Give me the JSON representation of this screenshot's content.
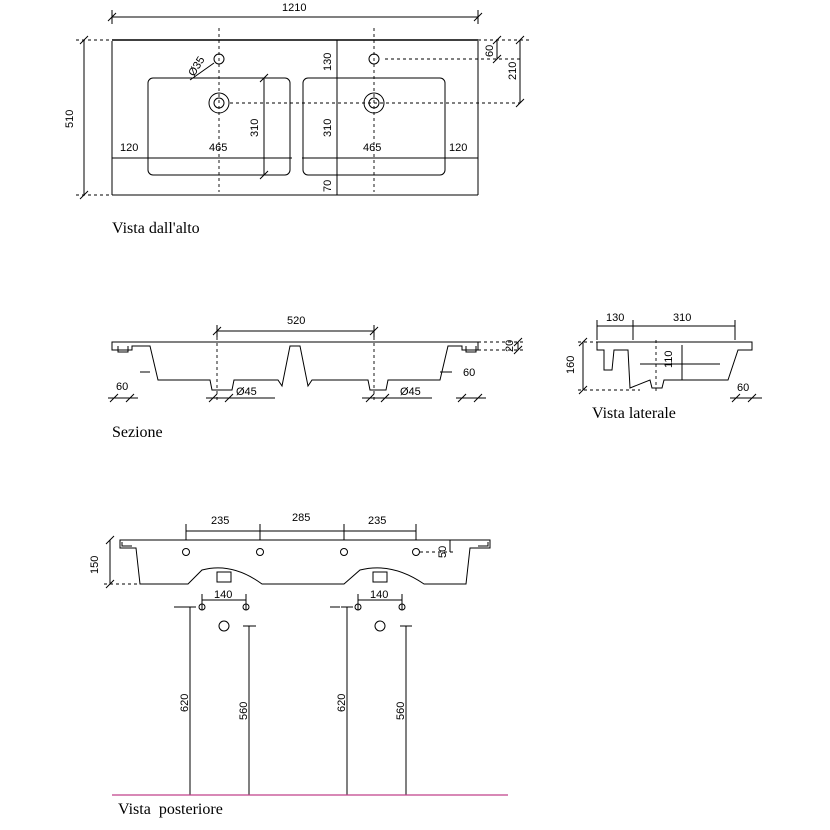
{
  "views": {
    "top": {
      "caption": "Vista dall'alto"
    },
    "section": {
      "caption": "Sezione"
    },
    "side": {
      "caption": "Vista laterale"
    },
    "rear": {
      "caption": "Vista  posteriore"
    }
  },
  "dimensions": {
    "top_overall_width": "1210",
    "top_overall_depth": "510",
    "top_tap_to_back": "60",
    "top_drain_to_back": "210",
    "top_tap_offset": "130",
    "top_tap_hole": "Ø35",
    "top_basin_depth_left": "310",
    "top_basin_depth_right": "310",
    "top_front_margin": "70",
    "top_side_margin_left": "120",
    "top_basin_width_left": "465",
    "top_basin_width_right": "465",
    "top_side_margin_right": "120",
    "section_drain_spacing": "520",
    "section_rim_height": "20",
    "section_outlet_left": "Ø45",
    "section_outlet_right": "Ø45",
    "section_edge_left": "60",
    "section_edge_right": "60",
    "side_back_depth": "130",
    "side_basin_depth": "310",
    "side_height": "160",
    "side_drain_height": "110",
    "side_front_edge": "60",
    "rear_tap_spacing_left": "235",
    "rear_center_spacing": "285",
    "rear_tap_spacing_right": "235",
    "rear_height": "150",
    "rear_hole_height": "50",
    "rear_supply_left": "140",
    "rear_supply_right": "140",
    "rear_height_620_left": "620",
    "rear_height_560_left": "560",
    "rear_height_620_right": "620",
    "rear_height_560_right": "560"
  }
}
